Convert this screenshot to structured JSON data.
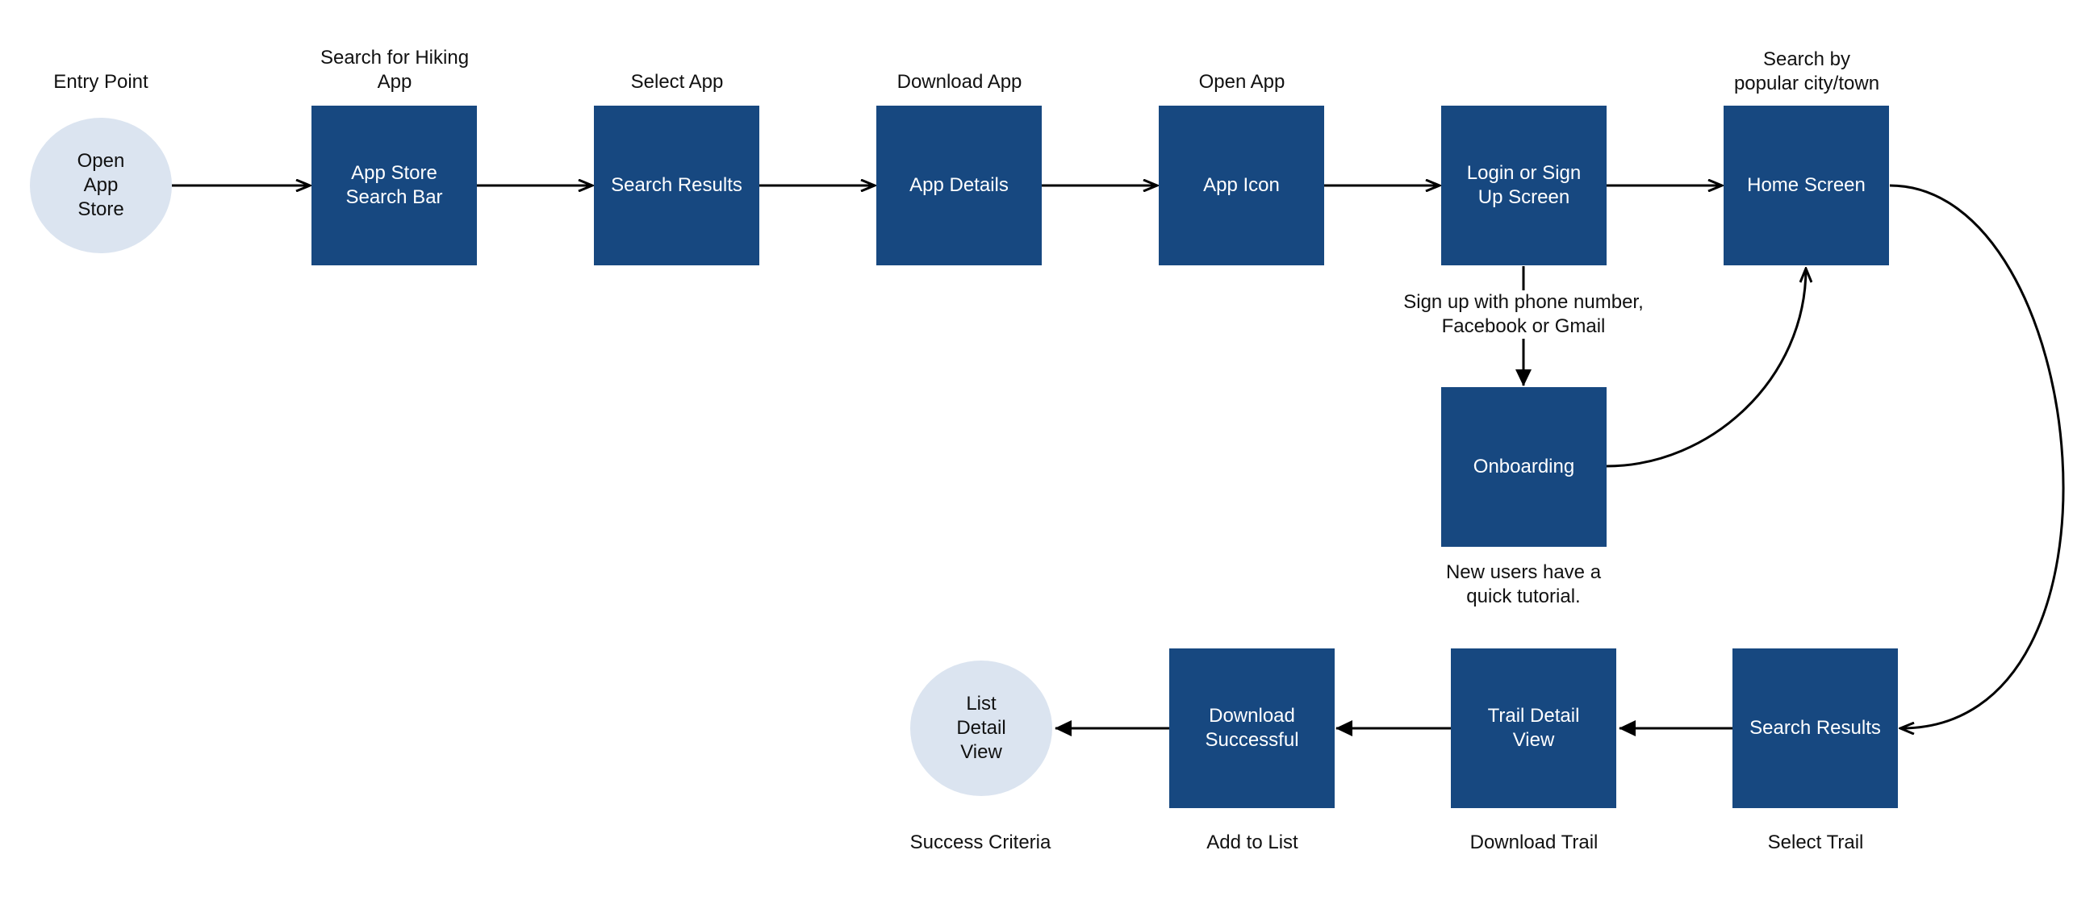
{
  "colors": {
    "box_fill": "#174880",
    "circle_fill": "#dbe4f0",
    "box_text": "#ffffff",
    "line": "#000000"
  },
  "nodes": {
    "open_app_store": "Open\nApp\nStore",
    "app_store_search_bar": "App Store\nSearch Bar",
    "search_results_top": "Search Results",
    "app_details": "App Details",
    "app_icon": "App Icon",
    "login_signup": "Login or Sign\nUp Screen",
    "home_screen": "Home Screen",
    "onboarding": "Onboarding",
    "search_results_bottom": "Search Results",
    "trail_detail_view": "Trail Detail\nView",
    "download_successful": "Download\nSuccessful",
    "list_detail_view": "List\nDetail\nView"
  },
  "labels": {
    "entry_point": "Entry Point",
    "search_for_hiking_app": "Search for Hiking\nApp",
    "select_app": "Select App",
    "download_app": "Download App",
    "open_app": "Open App",
    "search_by_city": "Search by\npopular city/town",
    "signup_methods": "Sign up with phone number,\nFacebook or Gmail",
    "new_users_tutorial": "New users have a\nquick tutorial.",
    "success_criteria": "Success Criteria",
    "add_to_list": "Add to List",
    "download_trail": "Download Trail",
    "select_trail": "Select Trail"
  }
}
